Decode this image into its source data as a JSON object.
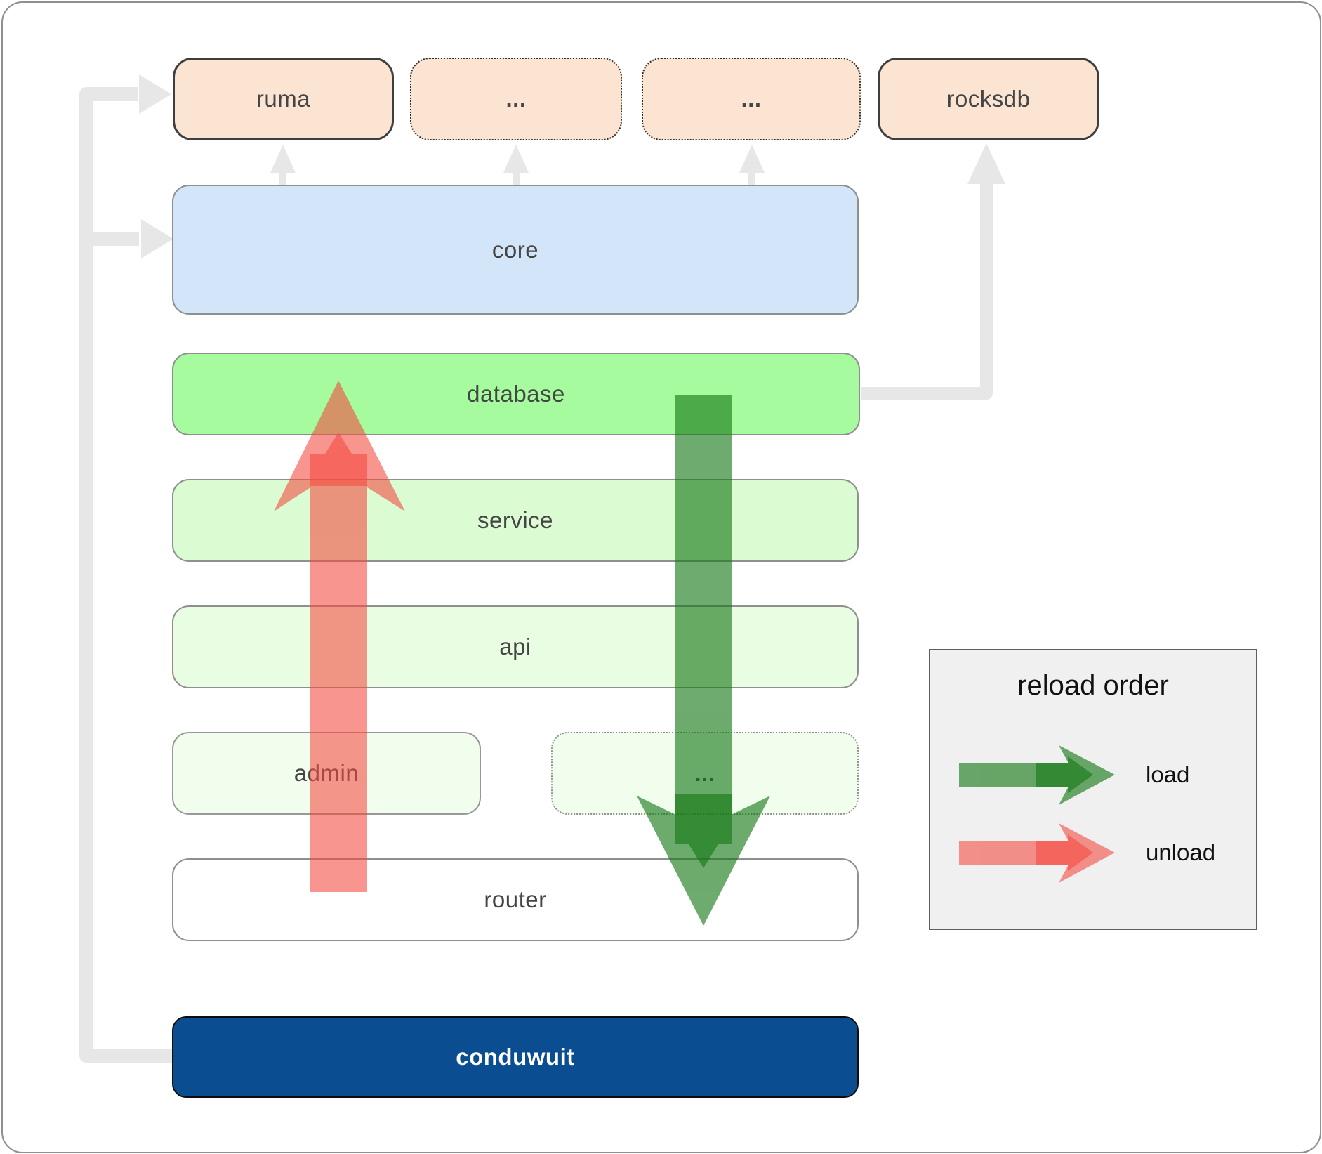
{
  "diagram": {
    "nodes": {
      "ruma": "ruma",
      "ellipsis_top_1": "...",
      "ellipsis_top_2": "...",
      "rocksdb": "rocksdb",
      "core": "core",
      "database": "database",
      "service": "service",
      "api": "api",
      "admin": "admin",
      "ellipsis_mid": "...",
      "router": "router",
      "conduwuit": "conduwuit"
    },
    "legend": {
      "title": "reload order",
      "items": [
        {
          "label": "load",
          "color": "#157815",
          "direction": "down"
        },
        {
          "label": "unload",
          "color": "#f4493e",
          "direction": "up"
        }
      ]
    },
    "colors": {
      "load_arrow": "#157815",
      "unload_arrow": "#f4493e",
      "dependency_arrow": "#e7e7e7",
      "node_peach": "#fce4d3",
      "node_blue": "#d2e5f9",
      "node_green_bright": "#a5fb9d",
      "node_green_light": "#dbfcd3",
      "node_green_lighter": "#e9fde3",
      "node_green_faint": "#f1feee",
      "conduwuit_blue": "#0b4d91",
      "legend_bg": "#f0f0f0"
    }
  }
}
